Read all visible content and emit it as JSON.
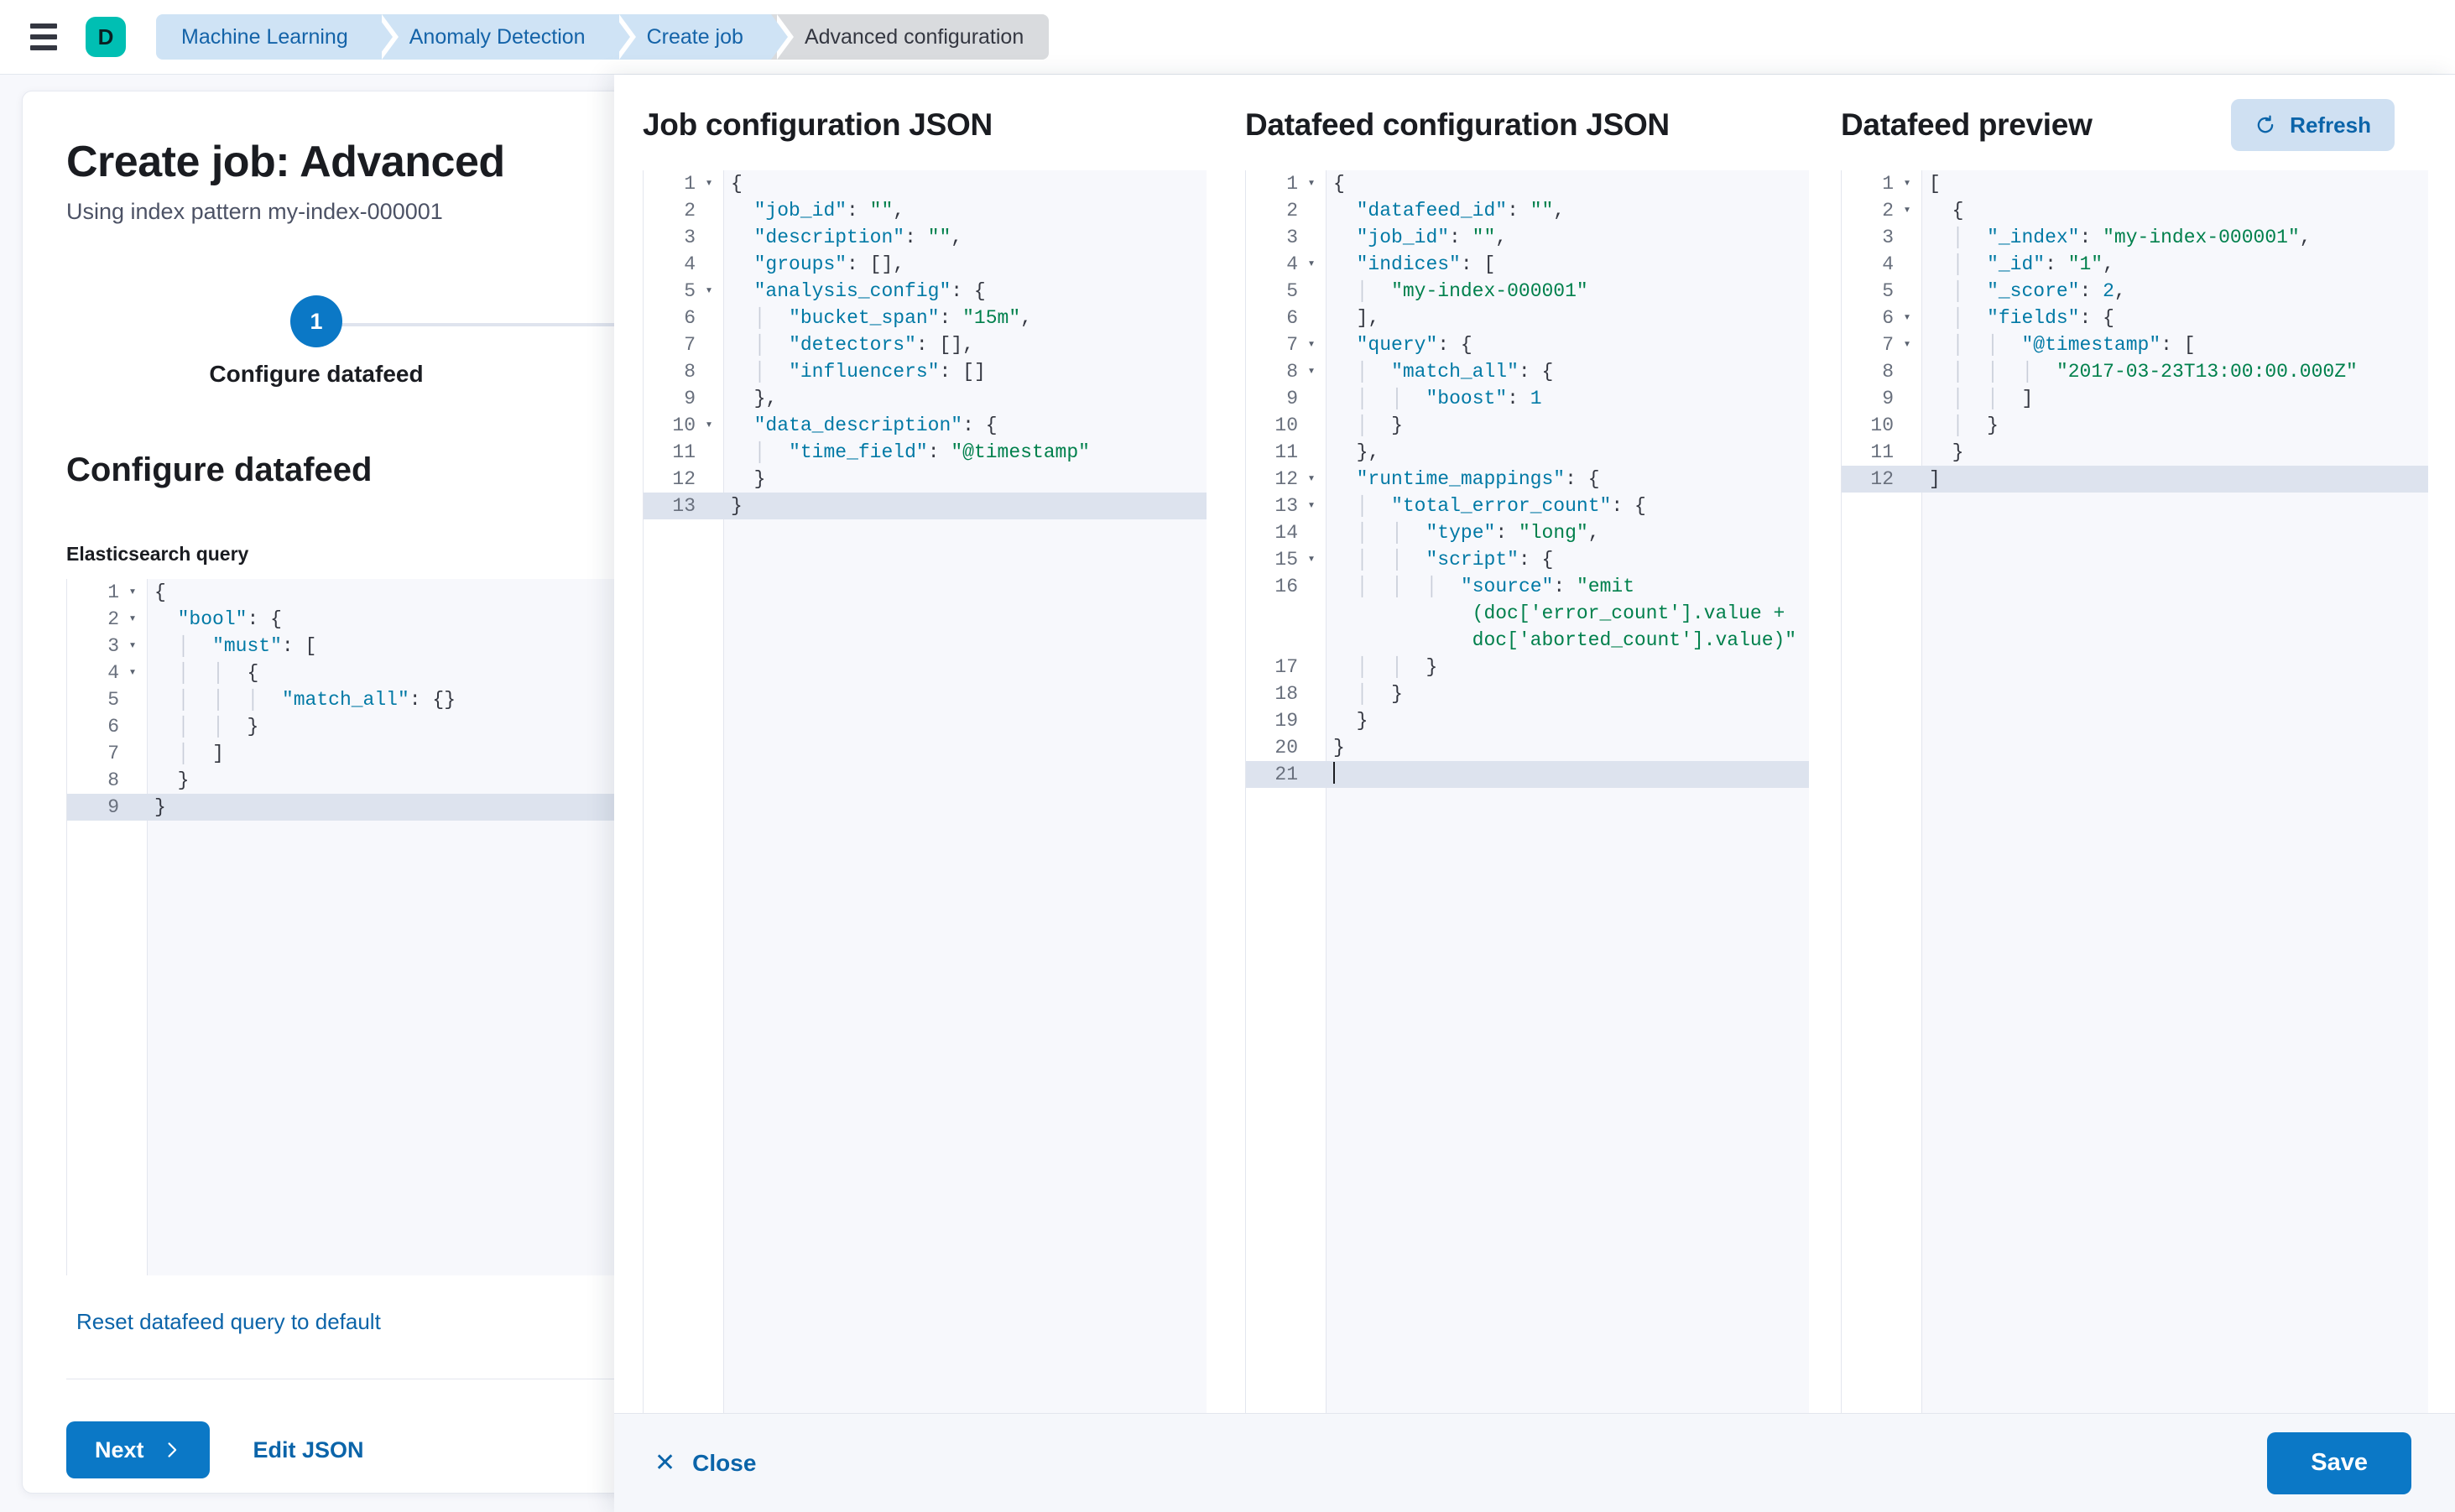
{
  "topbar": {
    "menu_icon": "hamburger-icon",
    "space_avatar": "D",
    "breadcrumbs": [
      {
        "label": "Machine Learning",
        "current": false
      },
      {
        "label": "Anomaly Detection",
        "current": false
      },
      {
        "label": "Create job",
        "current": false
      },
      {
        "label": "Advanced configuration",
        "current": true
      }
    ]
  },
  "wizard": {
    "title": "Create job: Advanced",
    "subtitle": "Using index pattern my-index-000001",
    "step": {
      "number": "1",
      "label": "Configure datafeed"
    },
    "section_title": "Configure datafeed",
    "field_label": "Elasticsearch query",
    "reset_link": "Reset datafeed query to default",
    "next_label": "Next",
    "next_icon": "chevron-right-icon",
    "edit_json_label": "Edit JSON",
    "query_editor": {
      "active_line": 9,
      "lines": [
        {
          "n": "1",
          "fold": true,
          "code": "{"
        },
        {
          "n": "2",
          "fold": true,
          "code": "  \"bool\": {"
        },
        {
          "n": "3",
          "fold": true,
          "code": "  │  \"must\": ["
        },
        {
          "n": "4",
          "fold": true,
          "code": "  │  │  {"
        },
        {
          "n": "5",
          "fold": false,
          "code": "  │  │  │  \"match_all\": {}"
        },
        {
          "n": "6",
          "fold": false,
          "code": "  │  │  }"
        },
        {
          "n": "7",
          "fold": false,
          "code": "  │  ]"
        },
        {
          "n": "8",
          "fold": false,
          "code": "  }"
        },
        {
          "n": "9",
          "fold": false,
          "code": "}"
        }
      ]
    }
  },
  "flyout": {
    "panels": [
      {
        "id": "job-configuration-json",
        "title": "Job configuration JSON",
        "active_line": 13,
        "lines": [
          {
            "n": "1",
            "fold": true,
            "code": "{"
          },
          {
            "n": "2",
            "fold": false,
            "code": "  \"job_id\": \"\","
          },
          {
            "n": "3",
            "fold": false,
            "code": "  \"description\": \"\","
          },
          {
            "n": "4",
            "fold": false,
            "code": "  \"groups\": [],"
          },
          {
            "n": "5",
            "fold": true,
            "code": "  \"analysis_config\": {"
          },
          {
            "n": "6",
            "fold": false,
            "code": "  │  \"bucket_span\": \"15m\","
          },
          {
            "n": "7",
            "fold": false,
            "code": "  │  \"detectors\": [],"
          },
          {
            "n": "8",
            "fold": false,
            "code": "  │  \"influencers\": []"
          },
          {
            "n": "9",
            "fold": false,
            "code": "  },"
          },
          {
            "n": "10",
            "fold": true,
            "code": "  \"data_description\": {"
          },
          {
            "n": "11",
            "fold": false,
            "code": "  │  \"time_field\": \"@timestamp\""
          },
          {
            "n": "12",
            "fold": false,
            "code": "  }"
          },
          {
            "n": "13",
            "fold": false,
            "code": "}"
          }
        ]
      },
      {
        "id": "datafeed-configuration-json",
        "title": "Datafeed configuration JSON",
        "active_line": 21,
        "lines": [
          {
            "n": "1",
            "fold": true,
            "code": "{"
          },
          {
            "n": "2",
            "fold": false,
            "code": "  \"datafeed_id\": \"\","
          },
          {
            "n": "3",
            "fold": false,
            "code": "  \"job_id\": \"\","
          },
          {
            "n": "4",
            "fold": true,
            "code": "  \"indices\": ["
          },
          {
            "n": "5",
            "fold": false,
            "code": "  │  \"my-index-000001\""
          },
          {
            "n": "6",
            "fold": false,
            "code": "  ],"
          },
          {
            "n": "7",
            "fold": true,
            "code": "  \"query\": {"
          },
          {
            "n": "8",
            "fold": true,
            "code": "  │  \"match_all\": {"
          },
          {
            "n": "9",
            "fold": false,
            "code": "  │  │  \"boost\": 1"
          },
          {
            "n": "10",
            "fold": false,
            "code": "  │  }"
          },
          {
            "n": "11",
            "fold": false,
            "code": "  },"
          },
          {
            "n": "12",
            "fold": true,
            "code": "  \"runtime_mappings\": {"
          },
          {
            "n": "13",
            "fold": true,
            "code": "  │  \"total_error_count\": {"
          },
          {
            "n": "14",
            "fold": false,
            "code": "  │  │  \"type\": \"long\","
          },
          {
            "n": "15",
            "fold": true,
            "code": "  │  │  \"script\": {"
          },
          {
            "n": "16",
            "fold": false,
            "code": "  │  │  │  \"source\": \"emit(doc['error_count'].value + doc['aborted_count'].value)\"",
            "wrap": 3
          },
          {
            "n": "17",
            "fold": false,
            "code": "  │  │  }"
          },
          {
            "n": "18",
            "fold": false,
            "code": "  │  }"
          },
          {
            "n": "19",
            "fold": false,
            "code": "  }"
          },
          {
            "n": "20",
            "fold": false,
            "code": "}"
          },
          {
            "n": "21",
            "fold": false,
            "code": "",
            "cursor": true
          }
        ]
      },
      {
        "id": "datafeed-preview",
        "title": "Datafeed preview",
        "refresh_label": "Refresh",
        "refresh_icon": "refresh-icon",
        "active_line": 12,
        "lines": [
          {
            "n": "1",
            "fold": true,
            "code": "["
          },
          {
            "n": "2",
            "fold": true,
            "code": "  {"
          },
          {
            "n": "3",
            "fold": false,
            "code": "  │  \"_index\": \"my-index-000001\","
          },
          {
            "n": "4",
            "fold": false,
            "code": "  │  \"_id\": \"1\","
          },
          {
            "n": "5",
            "fold": false,
            "code": "  │  \"_score\": 2,"
          },
          {
            "n": "6",
            "fold": true,
            "code": "  │  \"fields\": {"
          },
          {
            "n": "7",
            "fold": true,
            "code": "  │  │  \"@timestamp\": ["
          },
          {
            "n": "8",
            "fold": false,
            "code": "  │  │  │  \"2017-03-23T13:00:00.000Z\""
          },
          {
            "n": "9",
            "fold": false,
            "code": "  │  │  ]"
          },
          {
            "n": "10",
            "fold": false,
            "code": "  │  }"
          },
          {
            "n": "11",
            "fold": false,
            "code": "  }"
          },
          {
            "n": "12",
            "fold": false,
            "code": "]"
          }
        ]
      }
    ],
    "footer": {
      "close_label": "Close",
      "close_icon": "close-x-icon",
      "save_label": "Save"
    }
  },
  "colors": {
    "accent_blue": "#0b78c6",
    "link_blue": "#0b64a9",
    "space_teal": "#00BFB3",
    "crumb_blue": "#cfe3f5",
    "crumb_current": "#d9dbde",
    "string_green": "#00804c",
    "key_blue": "#0079a5"
  }
}
